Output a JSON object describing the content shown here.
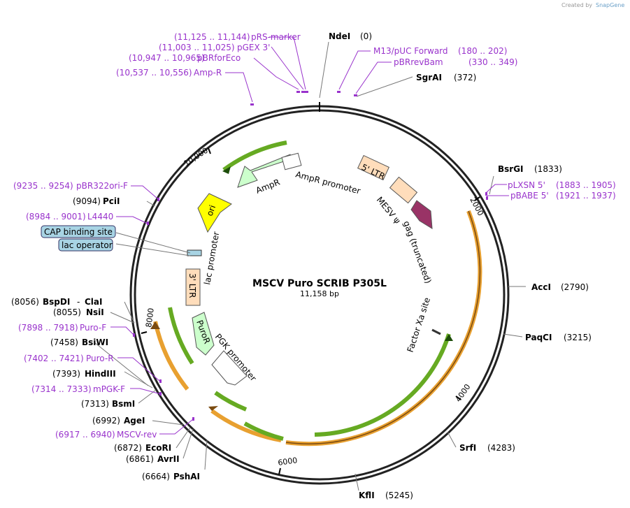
{
  "credit": {
    "prefix": "Created by",
    "brand": "SnapGene"
  },
  "plasmid": {
    "name": "MSCV Puro SCRIB P305L",
    "size": "11,158 bp"
  },
  "ticks": [
    "10,000",
    "2000",
    "4000",
    "6000",
    "8000"
  ],
  "sites_top": [
    {
      "name": "NdeI",
      "pos": "(0)"
    },
    {
      "name": "SgrAI",
      "pos": "(372)"
    }
  ],
  "sites_right": [
    {
      "name": "BsrGI",
      "pos": "(1833)"
    },
    {
      "name": "AccI",
      "pos": "(2790)"
    },
    {
      "name": "PaqCI",
      "pos": "(3215)"
    },
    {
      "name": "SrfI",
      "pos": "(4283)"
    },
    {
      "name": "KflI",
      "pos": "(5245)"
    }
  ],
  "sites_left": [
    {
      "name": "PciI",
      "pos": "(9094)"
    },
    {
      "name": "BspDI",
      "sep": "-",
      "name2": "ClaI",
      "pos": "(8056)"
    },
    {
      "name": "NsiI",
      "pos": "(8055)"
    },
    {
      "name": "BsiWI",
      "pos": "(7458)"
    },
    {
      "name": "HindIII",
      "pos": "(7393)"
    },
    {
      "name": "BsmI",
      "pos": "(7313)"
    },
    {
      "name": "AgeI",
      "pos": "(6992)"
    },
    {
      "name": "EcoRI",
      "pos": "(6872)"
    },
    {
      "name": "AvrII",
      "pos": "(6861)"
    },
    {
      "name": "PshAI",
      "pos": "(6664)"
    }
  ],
  "primers_top": [
    {
      "range": "(11,125 .. 11,144)",
      "name": "pRS-marker"
    },
    {
      "range": "(11,003 .. 11,025)",
      "name": "pGEX 3'"
    },
    {
      "range": "(10,947 .. 10,965)",
      "name": "pBRforEco"
    },
    {
      "range": "(10,537 .. 10,556)",
      "name": "Amp-R"
    },
    {
      "name": "M13/pUC Forward",
      "range": "(180 .. 202)"
    },
    {
      "name": "pBRrevBam",
      "range": "(330 .. 349)"
    }
  ],
  "primers_right": [
    {
      "name": "pLXSN 5'",
      "range": "(1883 .. 1905)"
    },
    {
      "name": "pBABE 5'",
      "range": "(1921 .. 1937)"
    }
  ],
  "primers_left": [
    {
      "range": "(9235 .. 9254)",
      "name": "pBR322ori-F"
    },
    {
      "range": "(8984 .. 9001)",
      "name": "L4440"
    },
    {
      "range": "(7898 .. 7918)",
      "name": "Puro-F"
    },
    {
      "range": "(7402 .. 7421)",
      "name": "Puro-R"
    },
    {
      "range": "(7314 .. 7333)",
      "name": "mPGK-F"
    },
    {
      "range": "(6917 .. 6940)",
      "name": "MSCV-rev"
    }
  ],
  "boxed_features": [
    "CAP binding site",
    "lac operator"
  ],
  "features": {
    "ampr": "AmpR",
    "ampr_promoter": "AmpR promoter",
    "ori": "ori",
    "lac_promoter": "lac promoter",
    "ltr3": "3' LTR",
    "puror": "PuroR",
    "pgk_promoter": "PGK promoter",
    "ltr5": "5' LTR",
    "mesv_psi": "MESV ψ",
    "gag": "gag (truncated)",
    "factor_xa": "Factor Xa site"
  },
  "colors": {
    "primer": "#9933cc",
    "orf_green": "#66aa22",
    "orf_orange": "#e8a030",
    "ampr_fill": "#ccffcc",
    "ltr_fill": "#ffddbb",
    "ori_fill": "#ffff00",
    "gag_fill": "#993366",
    "boxed_fill": "#a8d4e4"
  }
}
